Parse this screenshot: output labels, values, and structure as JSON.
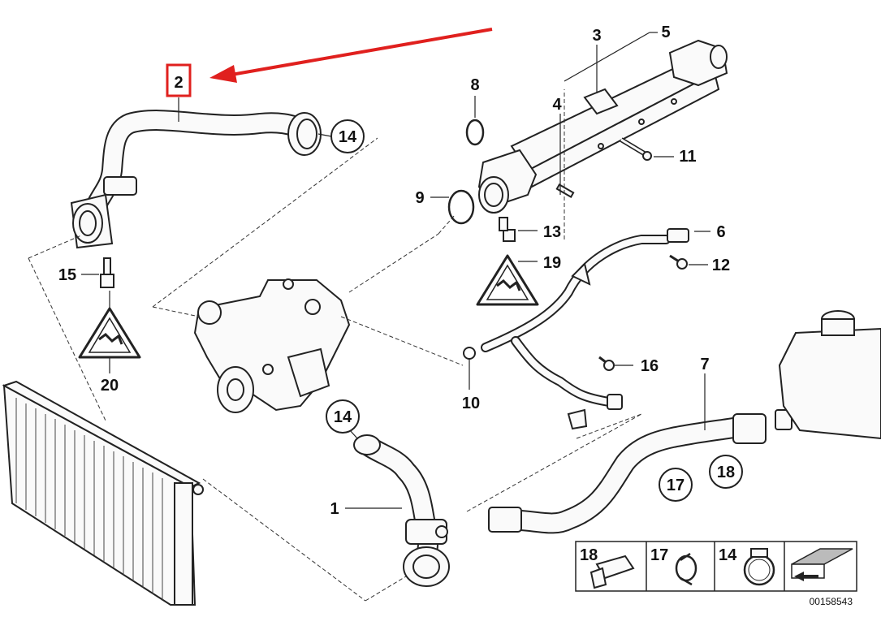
{
  "diagram": {
    "part_numbers": [
      "1",
      "2",
      "3",
      "4",
      "5",
      "6",
      "7",
      "8",
      "9",
      "10",
      "11",
      "12",
      "13",
      "14",
      "15",
      "16",
      "17",
      "18",
      "19",
      "20"
    ],
    "highlighted_part": "2",
    "highlight_color": "#e0201e",
    "circled_labels": [
      "14",
      "14",
      "17",
      "18"
    ],
    "legend_items": [
      {
        "number": "18",
        "icon": "hose-clip-icon"
      },
      {
        "number": "17",
        "icon": "spring-clamp-icon"
      },
      {
        "number": "14",
        "icon": "worm-clamp-icon"
      }
    ],
    "legend_arrow_icon": "direction-arrow-icon",
    "diagram_code": "00158543"
  }
}
